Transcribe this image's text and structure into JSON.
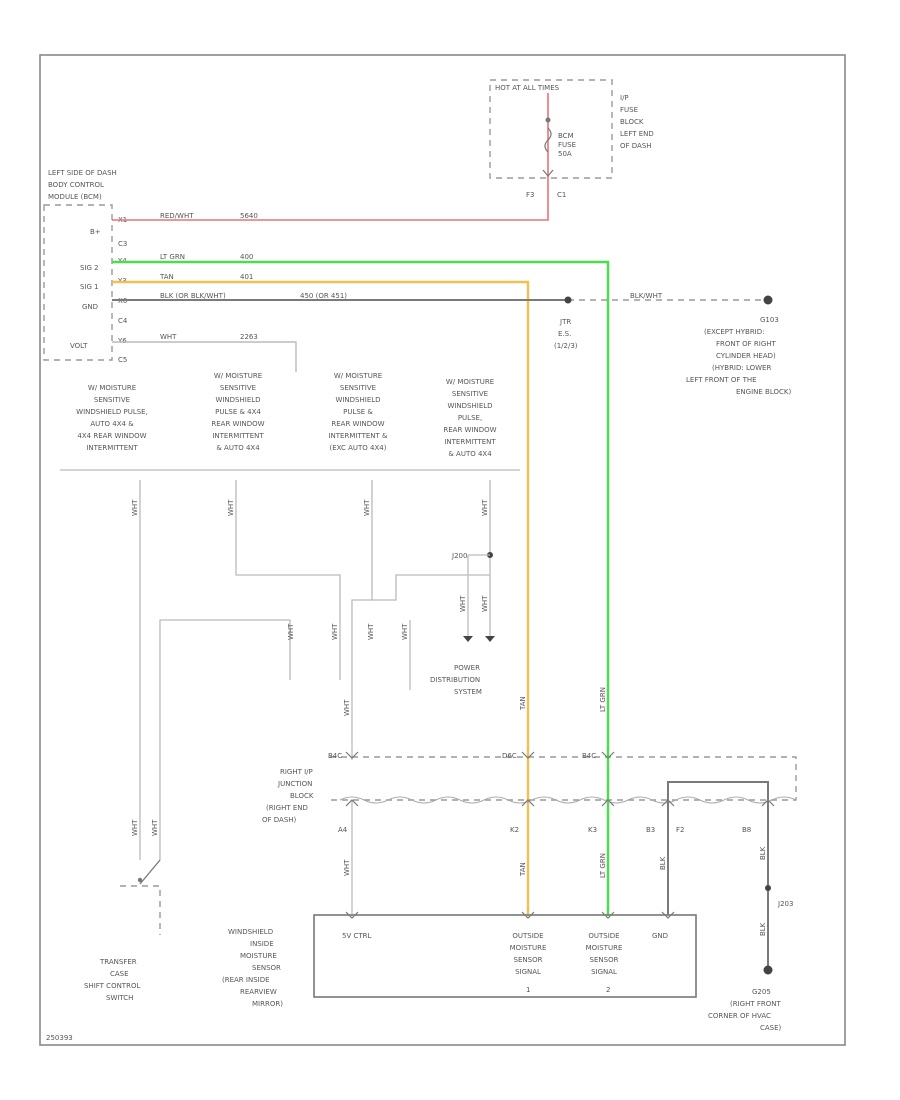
{
  "colors": {
    "red": "#e8727a",
    "green": "#48e048",
    "tan": "#f0c050",
    "gray": "#7a7a7a"
  },
  "fuse_block": {
    "header": "HOT AT ALL TIMES",
    "fuse": [
      "BCM",
      "FUSE",
      "50A"
    ],
    "location": [
      "I/P",
      "FUSE",
      "BLOCK",
      "LEFT END",
      "OF DASH"
    ],
    "pin_f": "F3",
    "pin_c": "C1"
  },
  "bcm": {
    "location": [
      "LEFT SIDE OF DASH",
      "BODY CONTROL",
      "MODULE (BCM)"
    ],
    "pins": [
      {
        "name": "B+",
        "pin": "X1",
        "color": "RED/WHT",
        "circuit": "5640"
      },
      {
        "name": "",
        "pin": "C3",
        "color": "",
        "circuit": ""
      },
      {
        "name": "SIG 2",
        "pin": "Y4",
        "color": "LT GRN",
        "circuit": "400"
      },
      {
        "name": "SIG 1",
        "pin": "Y3",
        "color": "TAN",
        "circuit": "401"
      },
      {
        "name": "GND",
        "pin": "X6",
        "color": "BLK (OR BLK/WHT)",
        "circuit": "450 (OR 451)"
      },
      {
        "name": "",
        "pin": "C4",
        "color": "",
        "circuit": ""
      },
      {
        "name": "VOLT",
        "pin": "Y6",
        "color": "WHT",
        "circuit": "2263"
      },
      {
        "name": "",
        "pin": "C5",
        "color": "",
        "circuit": ""
      }
    ]
  },
  "ground_top": {
    "jtr": [
      "JTR",
      "E.S.",
      "(1/2/3)"
    ],
    "wire": "BLK/WHT",
    "label": [
      "G103",
      "(EXCEPT HYBRID:",
      "FRONT OF RIGHT",
      "CYLINDER HEAD)",
      "(HYBRID: LOWER",
      "LEFT FRONT OF THE",
      "ENGINE BLOCK)"
    ]
  },
  "options": [
    [
      "W/ MOISTURE",
      "SENSITIVE",
      "WINDSHIELD PULSE,",
      "AUTO 4X4 &",
      "4X4 REAR WINDOW",
      "INTERMITTENT"
    ],
    [
      "W/ MOISTURE",
      "SENSITIVE",
      "WINDSHIELD",
      "PULSE & 4X4",
      "REAR WINDOW",
      "INTERMITTENT",
      "& AUTO 4X4"
    ],
    [
      "W/ MOISTURE",
      "SENSITIVE",
      "WINDSHIELD",
      "PULSE &",
      "REAR WINDOW",
      "INTERMITTENT &",
      "(EXC AUTO 4X4)"
    ],
    [
      "W/ MOISTURE",
      "SENSITIVE",
      "WINDSHIELD",
      "PULSE,",
      "REAR WINDOW",
      "INTERMITTENT",
      "& AUTO 4X4"
    ]
  ],
  "wire_wht": "WHT",
  "wire_tan": "TAN",
  "wire_ltgrn": "LT GRN",
  "wire_blk": "BLK",
  "splice_j": "J200",
  "power_dist": [
    "POWER",
    "DISTRIBUTION",
    "SYSTEM"
  ],
  "junction": {
    "label": [
      "RIGHT I/P",
      "JUNCTION",
      "BLOCK",
      "(RIGHT END",
      "OF DASH)"
    ],
    "top_pins": [
      "B4C",
      "D6C",
      "B4C"
    ],
    "bot_pins": [
      "A4",
      "K2",
      "K3",
      "B3",
      "F2",
      "B8"
    ]
  },
  "transfer": [
    "TRANSFER",
    "CASE",
    "SHIFT CONTROL",
    "SWITCH"
  ],
  "sensor": {
    "label": [
      "WINDSHIELD",
      "INSIDE",
      "MOISTURE",
      "SENSOR",
      "(REAR INSIDE",
      "REARVIEW",
      "MIRROR)"
    ],
    "pins": [
      [
        "5V CTRL"
      ],
      [
        "OUTSIDE",
        "MOISTURE",
        "SENSOR",
        "SIGNAL"
      ],
      [
        "OUTSIDE",
        "MOISTURE",
        "SENSOR",
        "SIGNAL"
      ],
      [
        "GND"
      ]
    ],
    "pin_nums": [
      "",
      "1",
      "2",
      ""
    ]
  },
  "ground_bottom": {
    "splice": "J203",
    "label": [
      "G205",
      "(RIGHT FRONT",
      "CORNER OF HVAC",
      "CASE)"
    ]
  },
  "footer_id": "250393"
}
